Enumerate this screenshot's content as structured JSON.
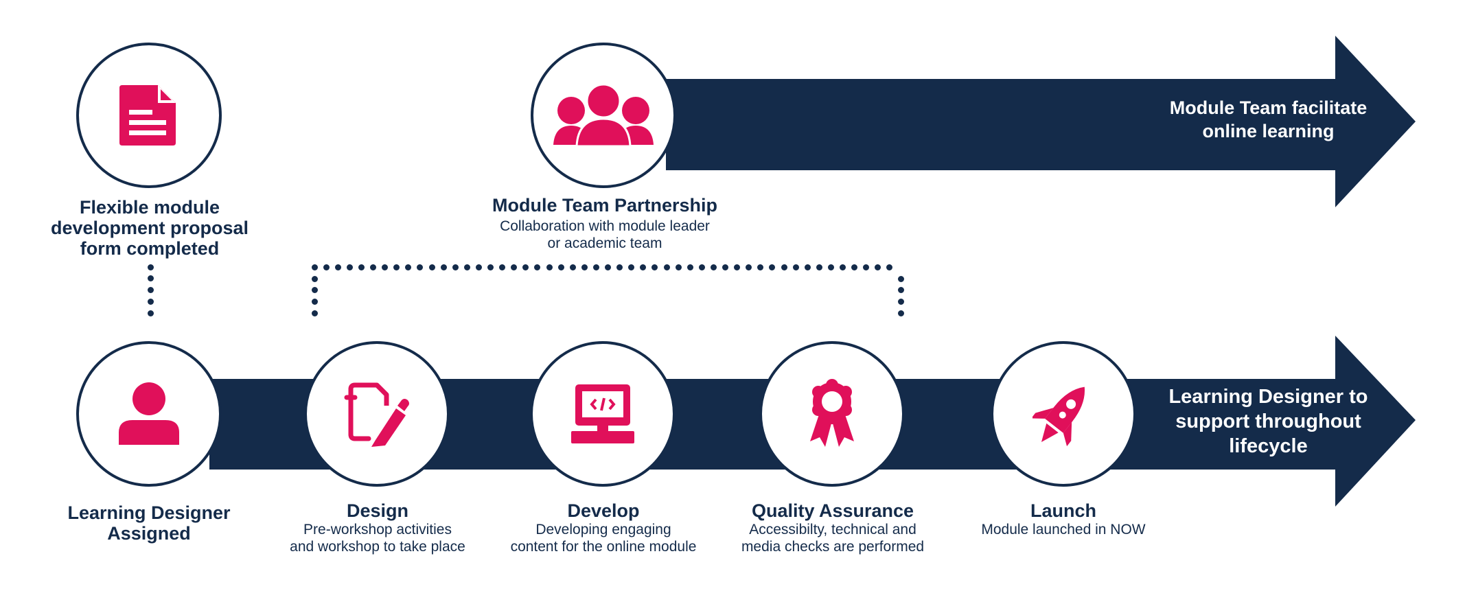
{
  "colors": {
    "navy": "#142b4a",
    "accent": "#e0105a",
    "background": "#ffffff"
  },
  "top_arrow": {
    "text_line1": "Module Team facilitate",
    "text_line2": "online learning"
  },
  "bottom_arrow": {
    "text_line1": "Learning Designer to",
    "text_line2": "support throughout",
    "text_line3": "lifecycle"
  },
  "proposal": {
    "icon": "document-icon",
    "title_line1": "Flexible module",
    "title_line2": "development proposal",
    "title_line3": "form completed"
  },
  "partnership": {
    "icon": "team-icon",
    "title": "Module Team Partnership",
    "desc_line1": "Collaboration with module leader",
    "desc_line2": "or academic team"
  },
  "steps": [
    {
      "icon": "user-icon",
      "title_line1": "Learning Designer",
      "title_line2": "Assigned"
    },
    {
      "icon": "edit-document-icon",
      "title": "Design",
      "desc_line1": "Pre-workshop activities",
      "desc_line2": "and workshop to take place"
    },
    {
      "icon": "code-monitor-icon",
      "title": "Develop",
      "desc_line1": "Developing engaging",
      "desc_line2": "content for the online module"
    },
    {
      "icon": "award-ribbon-icon",
      "title": "Quality Assurance",
      "desc_line1": "Accessibilty, technical and",
      "desc_line2": "media checks are performed"
    },
    {
      "icon": "rocket-icon",
      "title": "Launch",
      "desc_line1": "Module launched in NOW"
    }
  ]
}
